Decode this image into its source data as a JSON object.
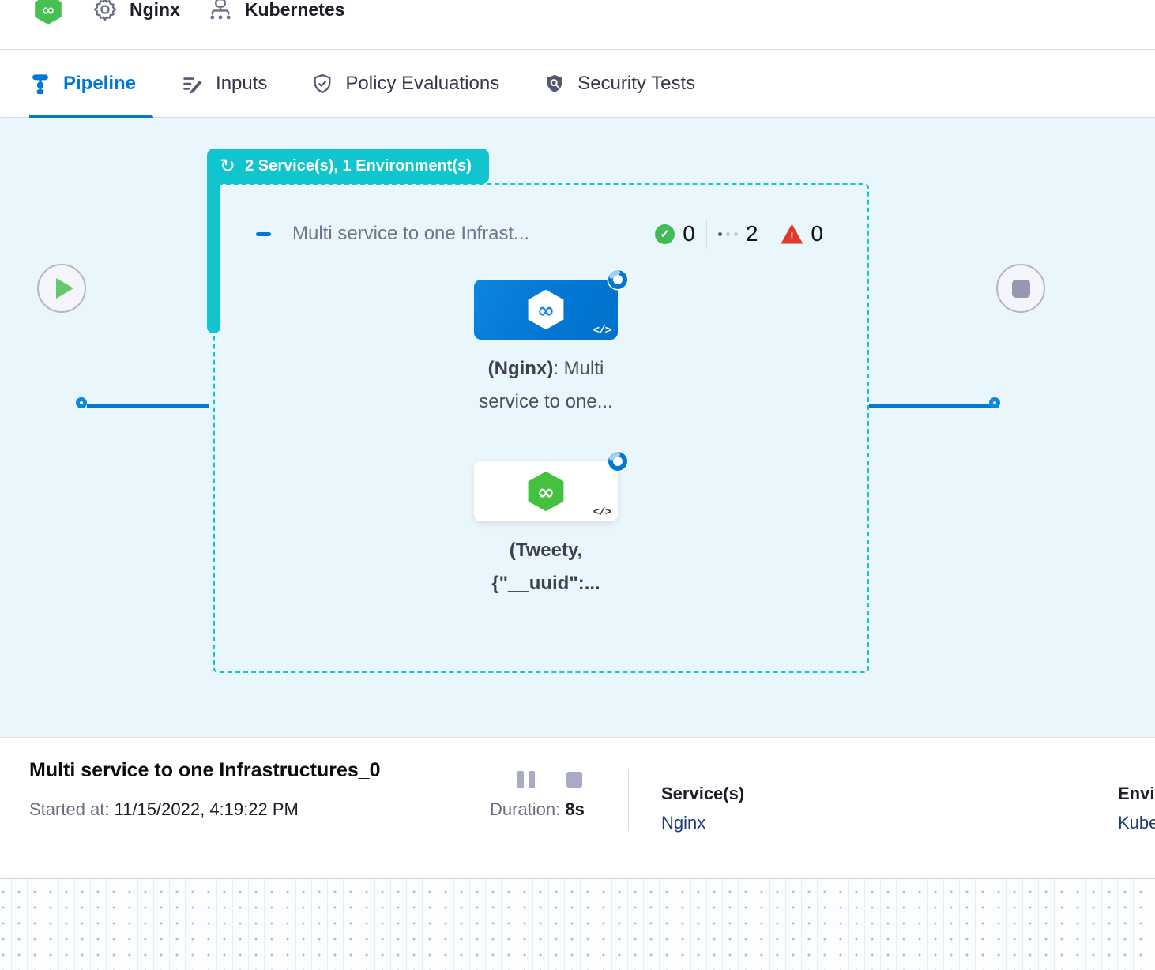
{
  "header": {
    "logo_icon": "harness-logo",
    "items": [
      {
        "icon": "gear-icon",
        "label": "Nginx"
      },
      {
        "icon": "hierarchy-icon",
        "label": "Kubernetes"
      }
    ]
  },
  "tabs": [
    {
      "icon": "pipeline-icon",
      "label": "Pipeline",
      "active": true
    },
    {
      "icon": "inputs-icon",
      "label": "Inputs",
      "active": false
    },
    {
      "icon": "shield-check-icon",
      "label": "Policy Evaluations",
      "active": false
    },
    {
      "icon": "shield-search-icon",
      "label": "Security Tests",
      "active": false
    }
  ],
  "canvas": {
    "badge": {
      "icon": "loop-icon",
      "label": "2 Service(s), 1 Environment(s)",
      "loop_glyph": "↻"
    },
    "stage": {
      "title": "Multi service to one Infrast...",
      "counters": {
        "success": "0",
        "running": "2",
        "failed": "0",
        "failed_mark": "!",
        "success_mark": "✓"
      }
    },
    "nodes": [
      {
        "label_bold": "(Nginx)",
        "label_rest": ": Multi",
        "label_line2": "service to one...",
        "code_icon": "</>"
      },
      {
        "label_line1": "(Tweety,",
        "label_line2": "{\"__uuid\":...",
        "code_icon": "</>"
      }
    ]
  },
  "footer": {
    "title": "Multi service to one Infrastructures_0",
    "started_label": "Started at",
    "started_value": ": 11/15/2022, 4:19:22 PM",
    "duration_label": "Duration: ",
    "duration_value": "8s",
    "services_label": "Service(s)",
    "services_link": "Nginx",
    "environments_label": "Environment(s)",
    "environments_link": "Kubernetes"
  },
  "colors": {
    "accent_blue": "#0278d5",
    "teal": "#10c5ce",
    "green": "#42ba57",
    "red": "#e0392e",
    "canvas_bg": "#e9f6fb",
    "link_navy": "#1a3c6e"
  }
}
